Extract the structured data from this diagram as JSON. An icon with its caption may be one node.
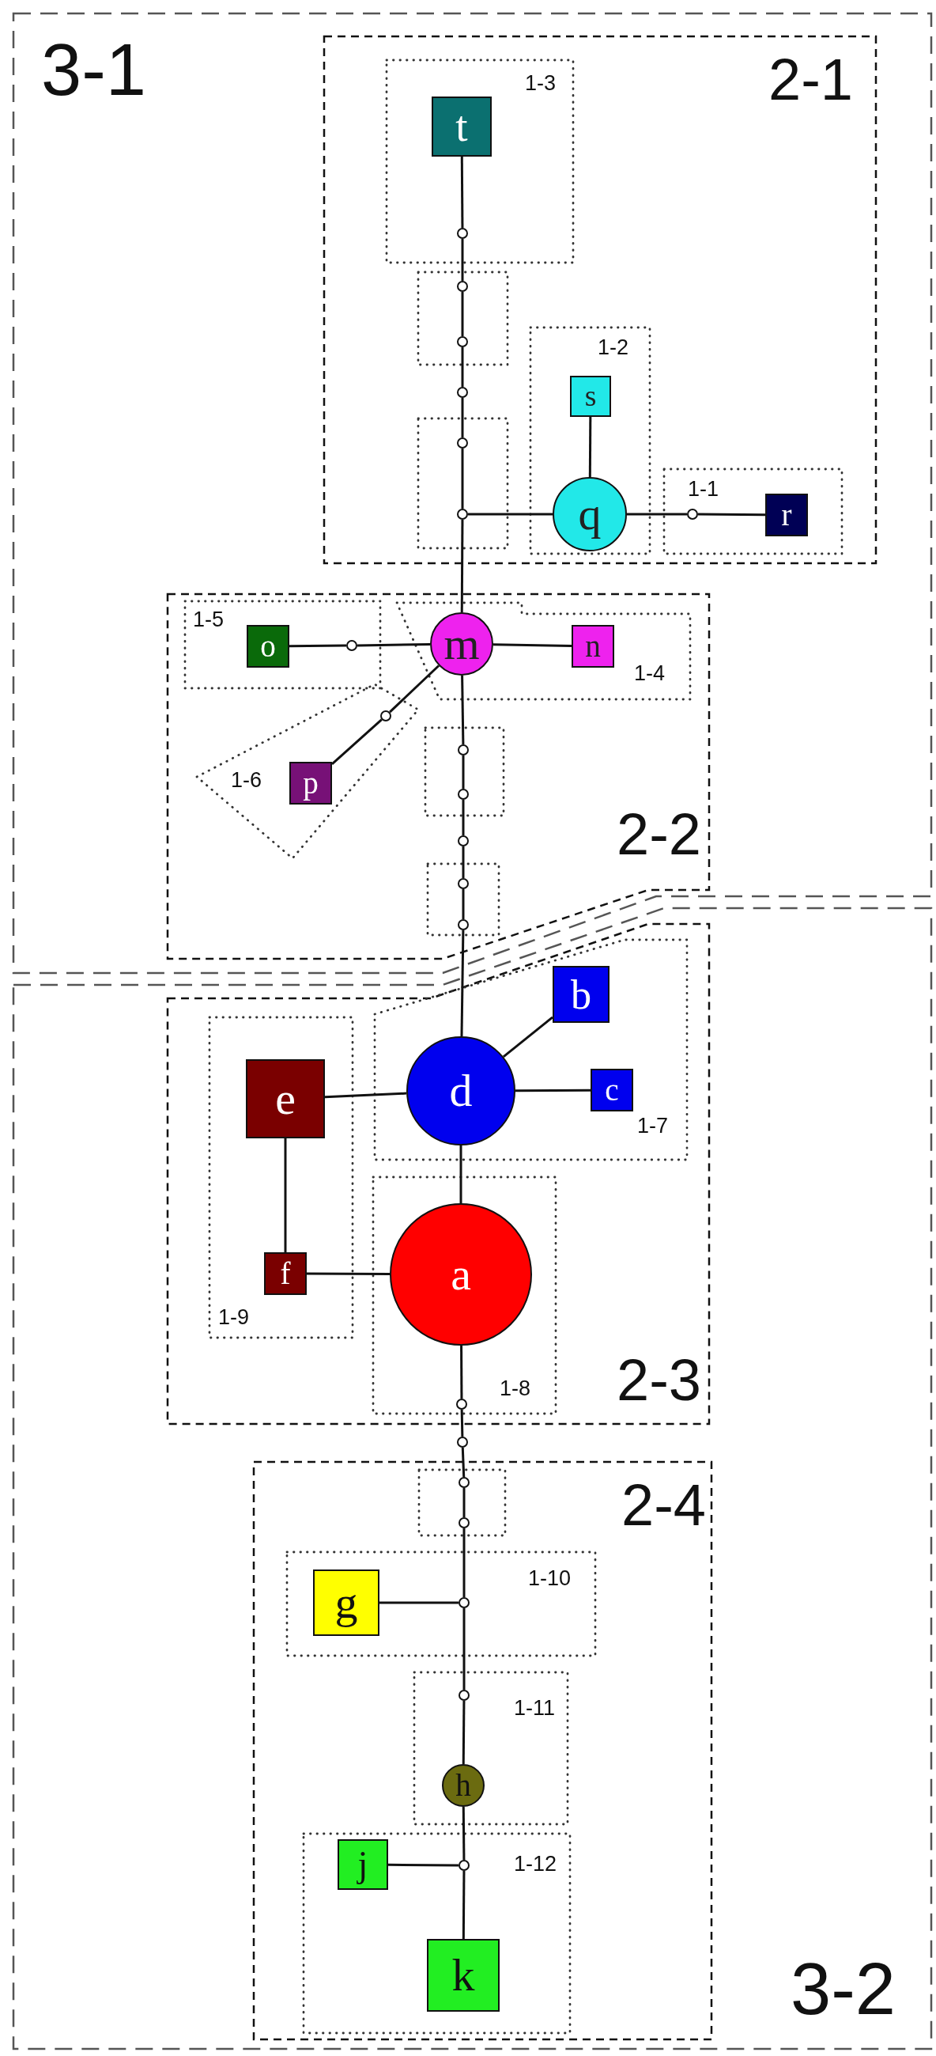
{
  "diagram": {
    "nodes": [
      {
        "text": [
          "3-1"
        ]
      },
      {
        "text": [
          "2-1"
        ],
        "in": 0
      },
      {
        "text": [
          "1-3"
        ],
        "in": 1
      },
      {
        "text": [
          "t"
        ],
        "in": 2
      },
      {
        "text": [],
        "shape": "circle",
        "in": 2
      },
      {
        "text": [],
        "shape": "box",
        "in": 1
      },
      {
        "text": [],
        "shape": "circle",
        "in": 5
      },
      {
        "text": [],
        "shape": "circle",
        "in": 5
      },
      {
        "text": [],
        "shape": "circle",
        "in": 1
      },
      {
        "text": [],
        "shape": "box",
        "in": 1
      },
      {
        "text": [],
        "shape": "circle",
        "in": 9
      },
      {
        "text": [],
        "shape": "circle",
        "in": 9
      },
      {
        "text": [
          "1-2"
        ],
        "in": 1
      },
      {
        "text": [
          "s"
        ],
        "in": 12
      },
      {
        "text": [
          "q"
        ],
        "in": 12
      },
      {
        "text": [
          "1-1"
        ],
        "in": 1
      },
      {
        "text": [],
        "shape": "circle",
        "in": 15
      },
      {
        "text": [
          "r"
        ],
        "in": 15
      },
      {
        "text": [
          "2-2"
        ],
        "in": 0
      },
      {
        "text": [
          "1-5"
        ],
        "in": 18
      },
      {
        "text": [
          "o"
        ],
        "in": 19
      },
      {
        "text": [],
        "shape": "circle",
        "in": 19
      },
      {
        "text": [
          "1-4"
        ],
        "in": 18
      },
      {
        "text": [
          "m"
        ],
        "in": 22
      },
      {
        "text": [
          "n"
        ],
        "in": 22
      },
      {
        "text": [
          "1-6"
        ],
        "in": 18
      },
      {
        "text": [],
        "shape": "circle",
        "in": 25
      },
      {
        "text": [
          "p"
        ],
        "in": 25
      },
      {
        "text": [],
        "shape": "box",
        "in": 18
      },
      {
        "text": [],
        "shape": "circle",
        "in": 28
      },
      {
        "text": [],
        "shape": "circle",
        "in": 28
      },
      {
        "text": [],
        "shape": "circle",
        "in": 18
      },
      {
        "text": [],
        "shape": "box",
        "in": 18
      },
      {
        "text": [],
        "shape": "circle",
        "in": 32
      },
      {
        "text": [],
        "shape": "circle",
        "in": 32
      },
      {
        "text": [
          "3-2"
        ]
      },
      {
        "text": [
          "2-3"
        ],
        "in": 35
      },
      {
        "text": [
          "1-7"
        ],
        "in": 36
      },
      {
        "text": [
          "b"
        ],
        "in": 37
      },
      {
        "text": [
          "d"
        ],
        "in": 37
      },
      {
        "text": [
          "c"
        ],
        "in": 37
      },
      {
        "text": [
          "1-9"
        ],
        "in": 36
      },
      {
        "text": [
          "e"
        ],
        "in": 41
      },
      {
        "text": [
          "f"
        ],
        "in": 41
      },
      {
        "text": [
          "1-8"
        ],
        "in": 36
      },
      {
        "text": [
          "a"
        ],
        "in": 44
      },
      {
        "text": [],
        "shape": "circle",
        "in": 44
      },
      {
        "text": [],
        "shape": "circle",
        "in": 35
      },
      {
        "text": [
          "2-4"
        ],
        "in": 35
      },
      {
        "text": [],
        "shape": "box",
        "in": 48
      },
      {
        "text": [],
        "shape": "circle",
        "in": 49
      },
      {
        "text": [],
        "shape": "circle",
        "in": 49
      },
      {
        "text": [
          "1-10"
        ],
        "in": 48
      },
      {
        "text": [
          "g"
        ],
        "in": 52
      },
      {
        "text": [],
        "shape": "circle",
        "in": 52
      },
      {
        "text": [
          "1-11"
        ],
        "in": 48
      },
      {
        "text": [],
        "shape": "circle",
        "in": 55
      },
      {
        "text": [
          "h"
        ],
        "in": 55
      },
      {
        "text": [
          "1-12"
        ],
        "in": 48
      },
      {
        "text": [],
        "shape": "circle",
        "in": 58
      },
      {
        "text": [
          "j"
        ],
        "in": 58
      },
      {
        "text": [
          "k"
        ],
        "in": 58
      }
    ],
    "edges": [
      {
        "from": 3,
        "to": 4,
        "arrow": "none"
      },
      {
        "from": 4,
        "to": 6,
        "arrow": "none"
      },
      {
        "from": 6,
        "to": 7,
        "arrow": "none"
      },
      {
        "from": 7,
        "to": 8,
        "arrow": "none"
      },
      {
        "from": 8,
        "to": 10,
        "arrow": "none"
      },
      {
        "from": 10,
        "to": 11,
        "arrow": "none"
      },
      {
        "from": 11,
        "to": 14,
        "arrow": "none"
      },
      {
        "from": 13,
        "to": 14,
        "arrow": "none"
      },
      {
        "from": 14,
        "to": 16,
        "arrow": "none"
      },
      {
        "from": 16,
        "to": 17,
        "arrow": "none"
      },
      {
        "from": 11,
        "to": 23,
        "arrow": "none"
      },
      {
        "from": 23,
        "to": 21,
        "arrow": "none"
      },
      {
        "from": 21,
        "to": 20,
        "arrow": "none"
      },
      {
        "from": 23,
        "to": 24,
        "arrow": "none"
      },
      {
        "from": 23,
        "to": 26,
        "arrow": "none"
      },
      {
        "from": 26,
        "to": 27,
        "arrow": "none"
      },
      {
        "from": 23,
        "to": 29,
        "arrow": "none"
      },
      {
        "from": 29,
        "to": 30,
        "arrow": "none"
      },
      {
        "from": 30,
        "to": 31,
        "arrow": "none"
      },
      {
        "from": 31,
        "to": 33,
        "arrow": "none"
      },
      {
        "from": 33,
        "to": 34,
        "arrow": "none"
      },
      {
        "from": 34,
        "to": 39,
        "arrow": "none"
      },
      {
        "from": 39,
        "to": 38,
        "arrow": "none"
      },
      {
        "from": 39,
        "to": 40,
        "arrow": "none"
      },
      {
        "from": 39,
        "to": 42,
        "arrow": "none"
      },
      {
        "from": 42,
        "to": 43,
        "arrow": "none"
      },
      {
        "from": 43,
        "to": 45,
        "arrow": "none"
      },
      {
        "from": 39,
        "to": 45,
        "arrow": "none"
      },
      {
        "from": 45,
        "to": 46,
        "arrow": "none"
      },
      {
        "from": 46,
        "to": 47,
        "arrow": "none"
      },
      {
        "from": 47,
        "to": 50,
        "arrow": "none"
      },
      {
        "from": 50,
        "to": 51,
        "arrow": "none"
      },
      {
        "from": 51,
        "to": 54,
        "arrow": "none"
      },
      {
        "from": 54,
        "to": 53,
        "arrow": "none"
      },
      {
        "from": 54,
        "to": 56,
        "arrow": "none"
      },
      {
        "from": 56,
        "to": 57,
        "arrow": "none"
      },
      {
        "from": 57,
        "to": 59,
        "arrow": "none"
      },
      {
        "from": 59,
        "to": 60,
        "arrow": "none"
      },
      {
        "from": 59,
        "to": 61,
        "arrow": "none"
      }
    ]
  }
}
